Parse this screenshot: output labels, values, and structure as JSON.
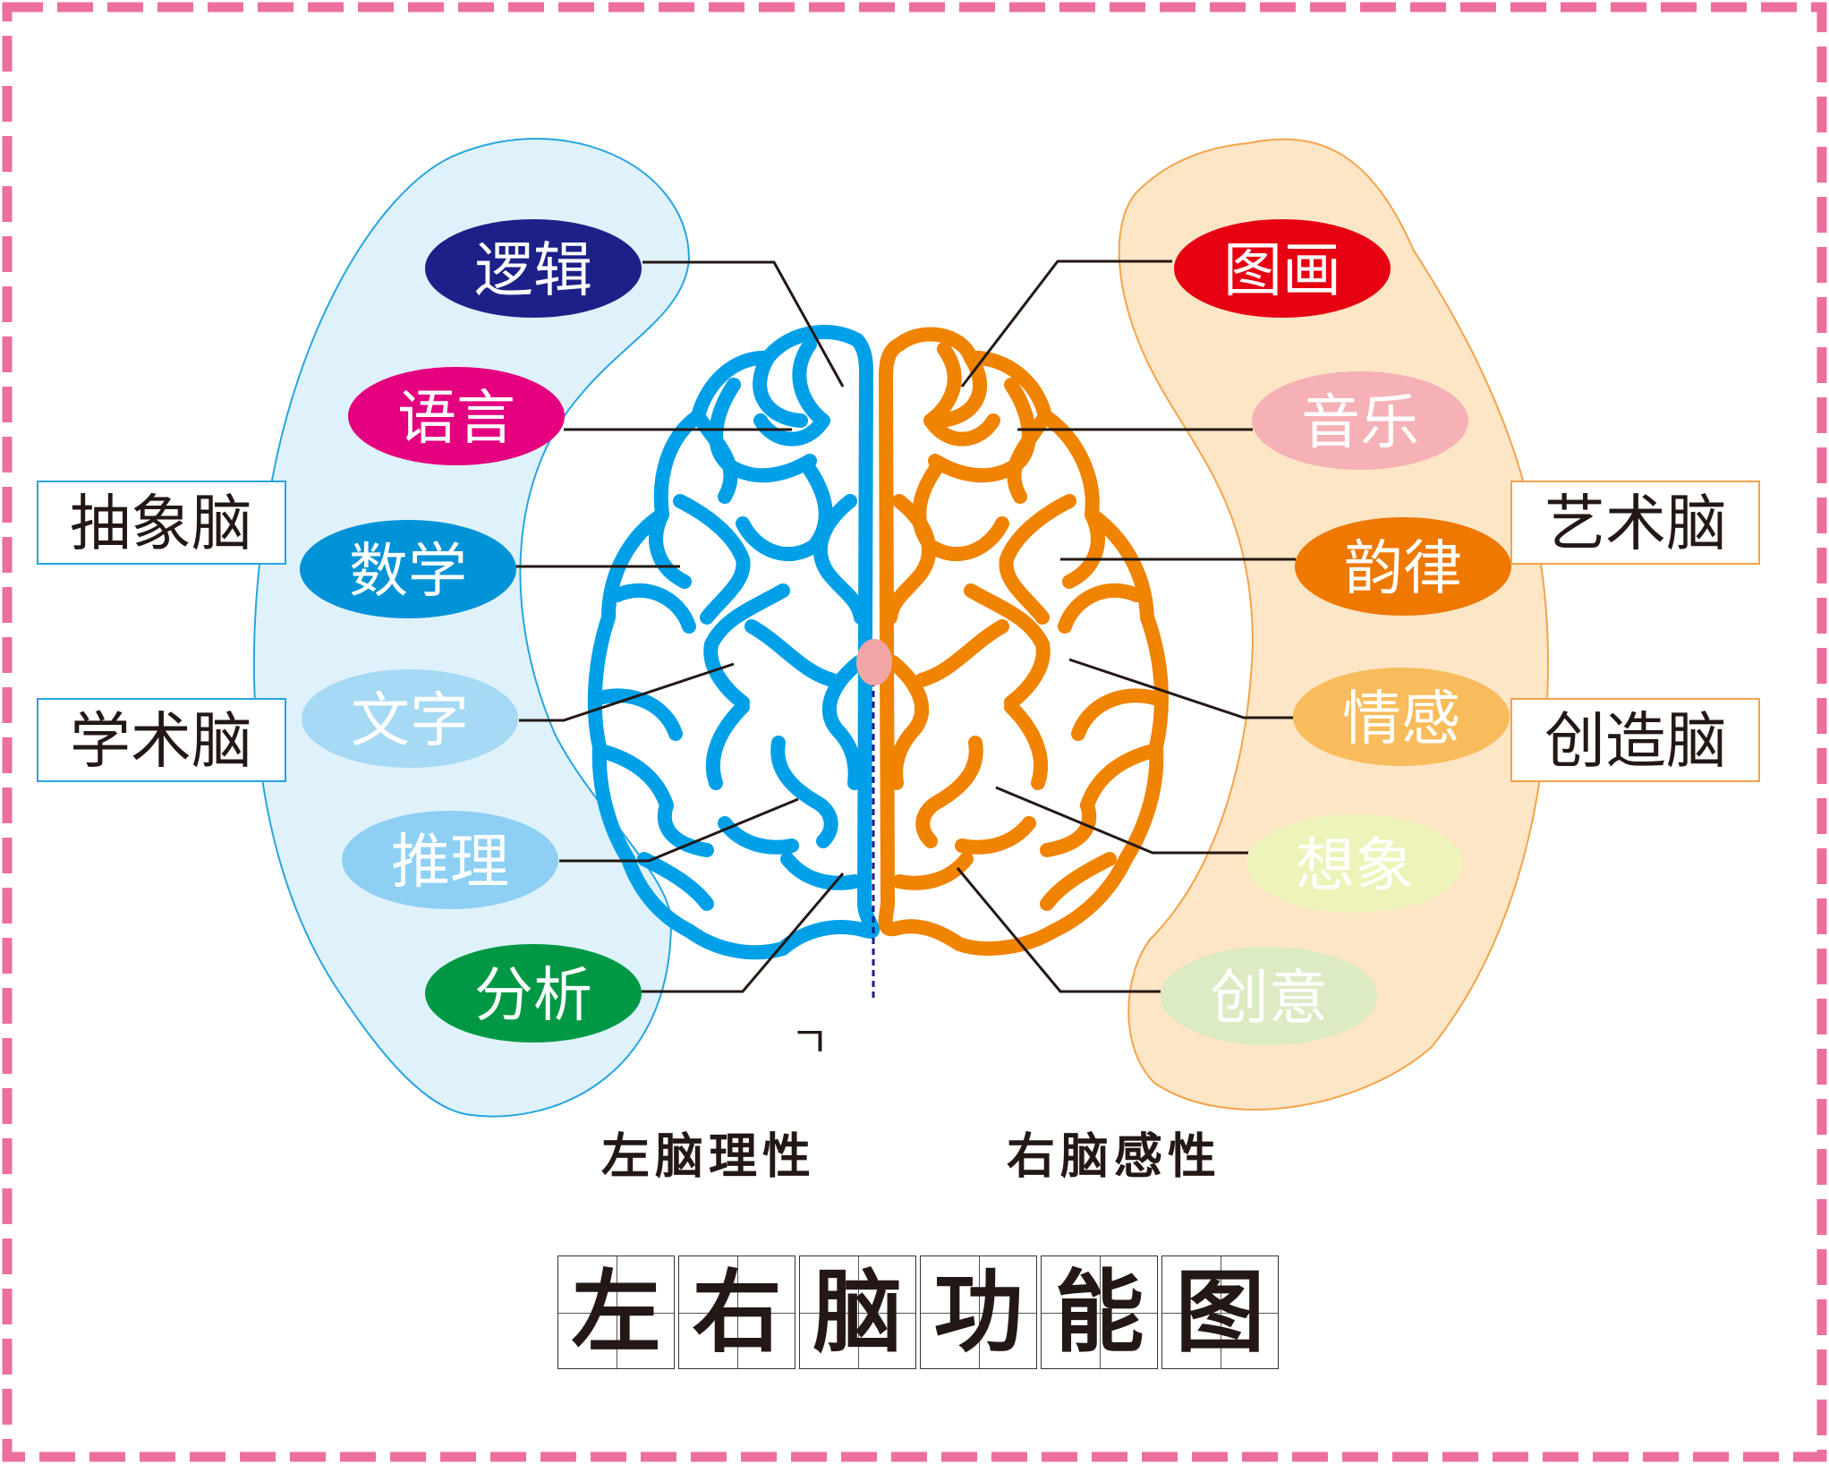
{
  "colors": {
    "border": "#EC6FA0",
    "left_brain": "#00A0E9",
    "right_brain": "#F08300",
    "left_panel_fill": "#DFF2FB",
    "left_panel_stroke": "#27A5DF",
    "right_panel_fill": "#FCE6C6",
    "right_panel_stroke": "#F3A34B",
    "center_dot": "#F2A5A5",
    "midline": "#1D2088",
    "leader_line": "#231815"
  },
  "left_functions": [
    {
      "label": "逻辑",
      "fill": "#1D2088",
      "text": "#ffffff"
    },
    {
      "label": "语言",
      "fill": "#E4007F",
      "text": "#ffffff"
    },
    {
      "label": "数学",
      "fill": "#0093D8",
      "text": "#ffffff"
    },
    {
      "label": "文字",
      "fill": "#A6D9F3",
      "text": "#ffffff"
    },
    {
      "label": "推理",
      "fill": "#8ED0F4",
      "text": "#ffffff"
    },
    {
      "label": "分析",
      "fill": "#009844",
      "text": "#ffffff"
    }
  ],
  "right_functions": [
    {
      "label": "图画",
      "fill": "#E60012",
      "text": "#ffffff"
    },
    {
      "label": "音乐",
      "fill": "#F5B1B5",
      "text": "#ffffff"
    },
    {
      "label": "韵律",
      "fill": "#EE7800",
      "text": "#ffffff"
    },
    {
      "label": "情感",
      "fill": "#F8BC5C",
      "text": "#ffffff"
    },
    {
      "label": "想象",
      "fill": "#EEF3B9",
      "text": "#ffffff"
    },
    {
      "label": "创意",
      "fill": "#DDEBC4",
      "text": "#ffffff"
    }
  ],
  "categories": {
    "abstract": "抽象脑",
    "academic": "学术脑",
    "art": "艺术脑",
    "creative": "创造脑"
  },
  "captions": {
    "left": "左脑理性",
    "right": "右脑感性",
    "stray_mark": "ㄱ"
  },
  "title_chars": [
    "左",
    "右",
    "脑",
    "功",
    "能",
    "图"
  ]
}
